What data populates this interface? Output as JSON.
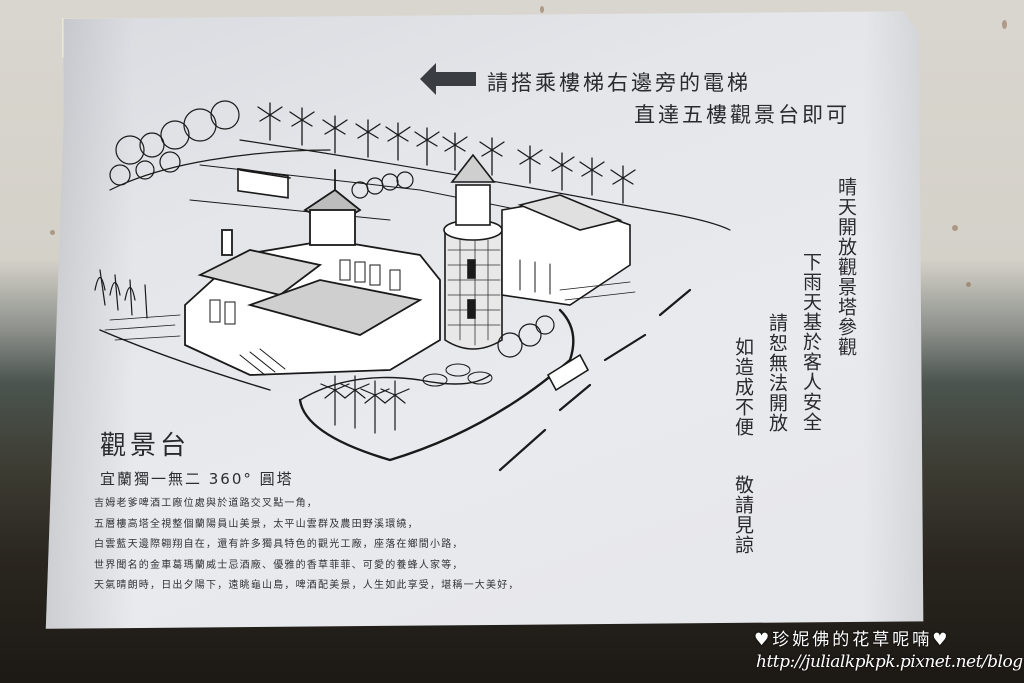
{
  "sign": {
    "direction": {
      "arrow_icon": "left-arrow-icon",
      "line1": "請搭乘樓梯右邊旁的電梯",
      "line2": "直達五樓觀景台即可"
    },
    "notice_columns": [
      "晴天開放觀景塔參觀",
      "下雨天基於客人安全",
      "請恕無法開放",
      "如造成不便",
      "敬請見諒"
    ],
    "description": {
      "title": "觀景台",
      "subtitle": "宜蘭獨一無二 360° 圓塔",
      "lines": [
        "吉姆老爹啤酒工廠位處與於道路交叉點一角，",
        "五層樓高塔全視整個蘭陽員山美景，太平山雲群及農田野溪環繞，",
        "白雲藍天邊際翱翔自在，還有許多獨具特色的觀光工廠，座落在鄉間小路，",
        "世界聞名的金車葛瑪蘭威士忌酒廠、優雅的香草菲菲、可愛的養蜂人家等，",
        "天氣晴朗時，日出夕陽下，遠眺龜山島，啤酒配美景，人生如此享受，堪稱一大美好，"
      ]
    },
    "illustration": {
      "subject": "pen-sketch of brewery building with round stone tower, palm trees, parked bus and truck, road"
    }
  },
  "watermark": {
    "name": "♥珍妮佛的花草呢喃♥",
    "url": "http://julialkpkpk.pixnet.net/blog"
  },
  "colors": {
    "paper": "#e6e7eb",
    "ink": "#2b2b2d",
    "wall_top": "#d6d3cb",
    "wall_bottom": "#1c1915"
  }
}
